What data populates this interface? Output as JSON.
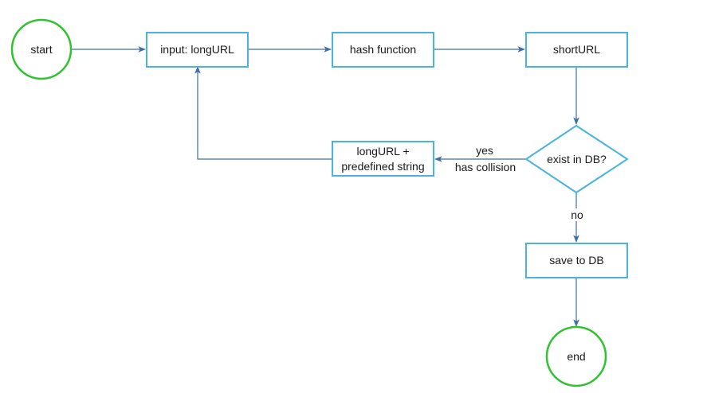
{
  "diagram": {
    "nodes": {
      "start": {
        "label": "start"
      },
      "input": {
        "label": "input: longURL"
      },
      "hash": {
        "label": "hash function"
      },
      "short": {
        "label": "shortURL"
      },
      "exist": {
        "label": "exist in DB?"
      },
      "concat": {
        "lines": [
          "longURL +",
          "predefined string"
        ]
      },
      "save": {
        "label": "save to DB"
      },
      "end": {
        "label": "end"
      }
    },
    "edges": {
      "yes_label": "yes",
      "collision_label": "has collision",
      "no_label": "no"
    },
    "colors": {
      "process_stroke": "#4ab3de",
      "terminal_stroke": "#2fc42f",
      "edge_stroke": "#3f6fa5"
    }
  }
}
